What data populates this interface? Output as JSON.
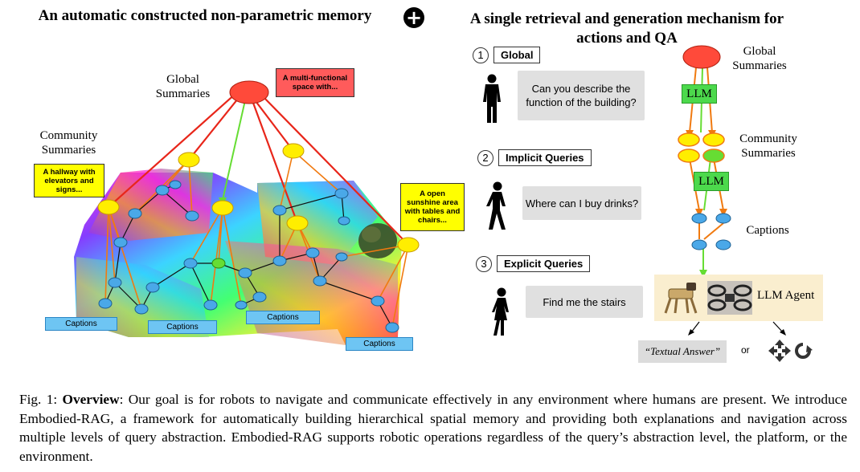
{
  "left_title": "An automatic constructed non-parametric memory",
  "right_title": "A single retrieval and generation mechanism for actions and QA",
  "plus_symbol": "+",
  "left_labels": {
    "global_summaries": "Global Summaries",
    "community_summaries": "Community Summaries"
  },
  "callouts": {
    "red": "A multi-functional space with...",
    "hallway": "A hallway with elevators and signs...",
    "sunshine": "A open sunshine area with tables and chairs..."
  },
  "captions_label": "Captions",
  "steps": [
    {
      "num": "1",
      "label": "Global",
      "query": "Can you describe the function of the building?"
    },
    {
      "num": "2",
      "label": "Implicit Queries",
      "query": "Where can I buy drinks?"
    },
    {
      "num": "3",
      "label": "Explicit Queries",
      "query": "Find me the stairs"
    }
  ],
  "right_labels": {
    "global_summaries": "Global Summaries",
    "community_summaries": "Community Summaries",
    "captions": "Captions",
    "llm": "LLM",
    "llm_agent": "LLM Agent",
    "textual_answer": "“Textual Answer”",
    "or": "or"
  },
  "figure_caption": {
    "prefix": "Fig. 1: ",
    "bold": "Overview",
    "text": ": Our goal is for robots to navigate and communicate effectively in any environment where humans are present. We introduce Embodied-RAG, a framework for automatically building hierarchical spatial memory and providing both explanations and navigation across multiple levels of query abstraction. Embodied-RAG supports robotic operations regardless of the query’s abstraction level, the platform, or the environment."
  },
  "colors": {
    "red_node": "#ff4a3a",
    "yellow_node": "#ffee00",
    "blue_node": "#4aa8e8",
    "green_node": "#66dd33",
    "red_line": "#e8261a",
    "orange_line": "#f07a10",
    "green_line": "#66dd33"
  }
}
